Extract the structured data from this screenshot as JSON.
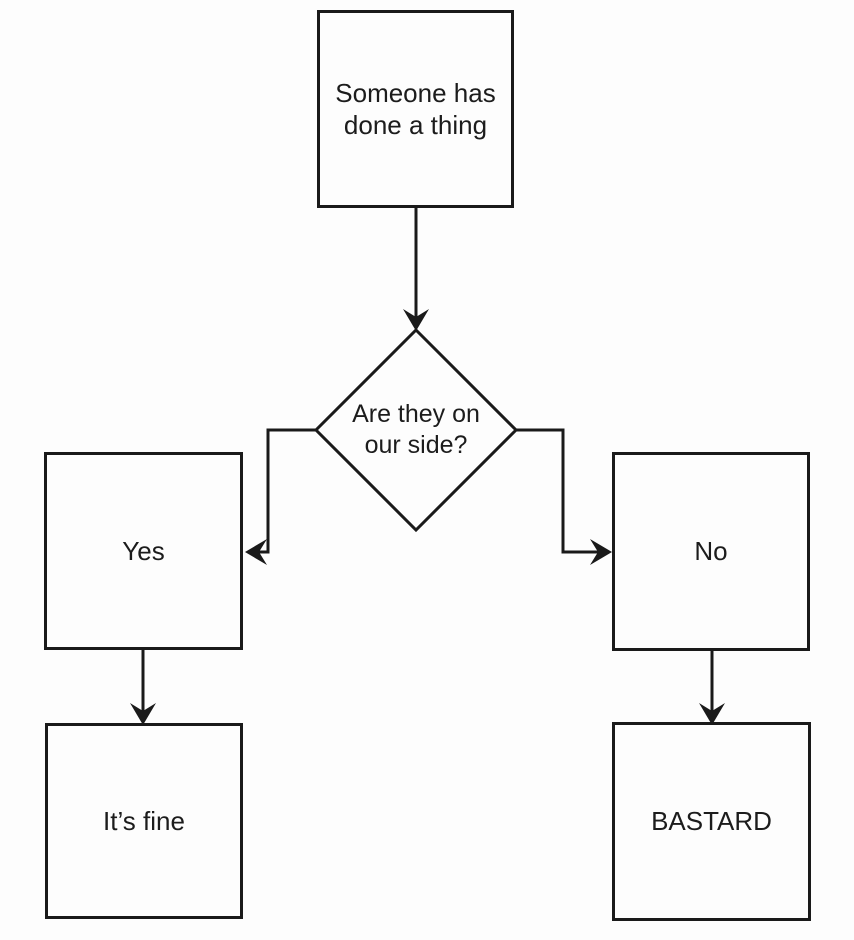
{
  "colors": {
    "background": "#fdfdfd",
    "line": "#1a1a1a",
    "text": "#1c1c1c"
  },
  "diagram": {
    "type": "flowchart",
    "nodes": {
      "start": {
        "label": "Someone has\ndone a thing",
        "shape": "rectangle"
      },
      "decision": {
        "label": "Are they on\nour side?",
        "shape": "diamond"
      },
      "yes": {
        "label": "Yes",
        "shape": "rectangle"
      },
      "no": {
        "label": "No",
        "shape": "rectangle"
      },
      "fine": {
        "label": "It’s fine",
        "shape": "rectangle"
      },
      "bastard": {
        "label": "BASTARD",
        "shape": "rectangle"
      }
    },
    "edges": [
      {
        "from": "start",
        "to": "decision"
      },
      {
        "from": "decision",
        "to": "yes"
      },
      {
        "from": "decision",
        "to": "no"
      },
      {
        "from": "yes",
        "to": "fine"
      },
      {
        "from": "no",
        "to": "bastard"
      }
    ]
  }
}
